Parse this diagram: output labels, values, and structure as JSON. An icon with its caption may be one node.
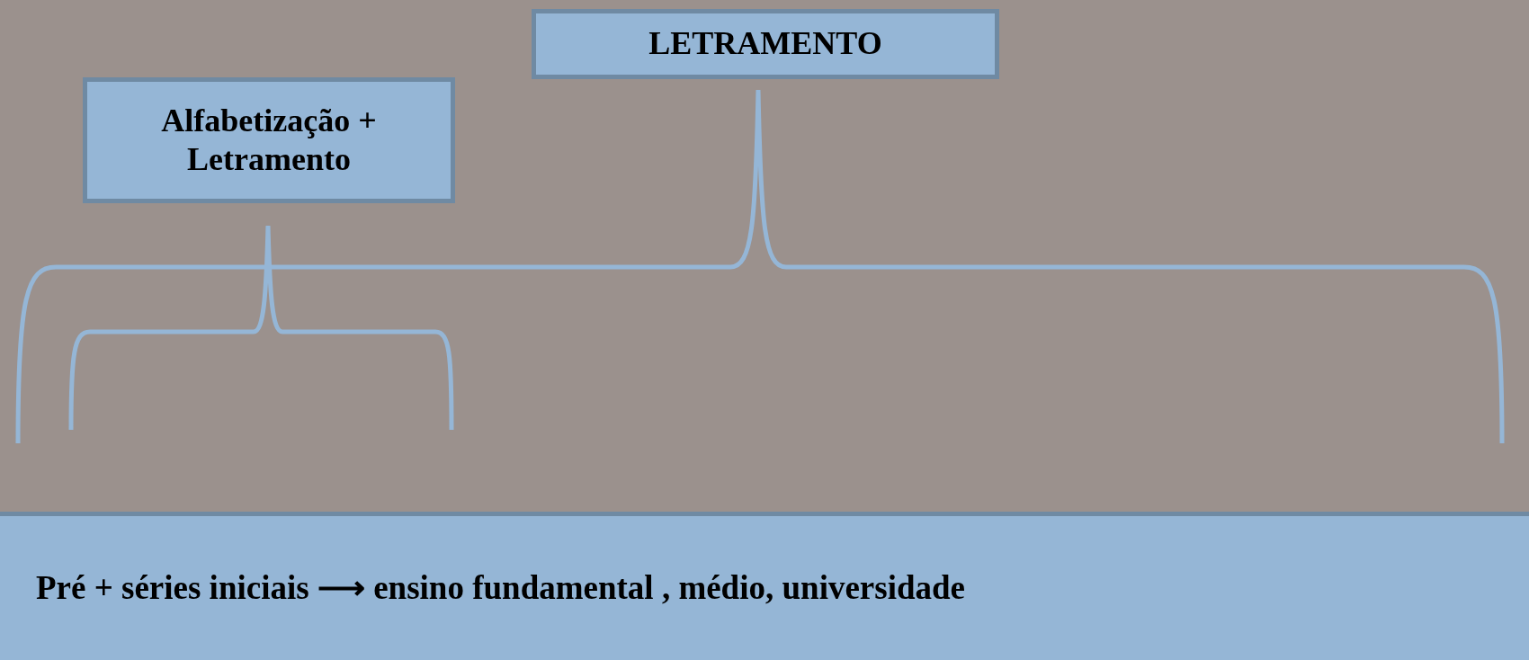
{
  "diagram": {
    "nodes": [
      {
        "text": [
          "LETRAMENTO"
        ]
      },
      {
        "text": [
          "Alfabetização + Letramento"
        ]
      },
      {
        "text": [
          "Pré + séries iniciais ⟶ ensino fundamental , médio, universidade"
        ]
      }
    ]
  }
}
